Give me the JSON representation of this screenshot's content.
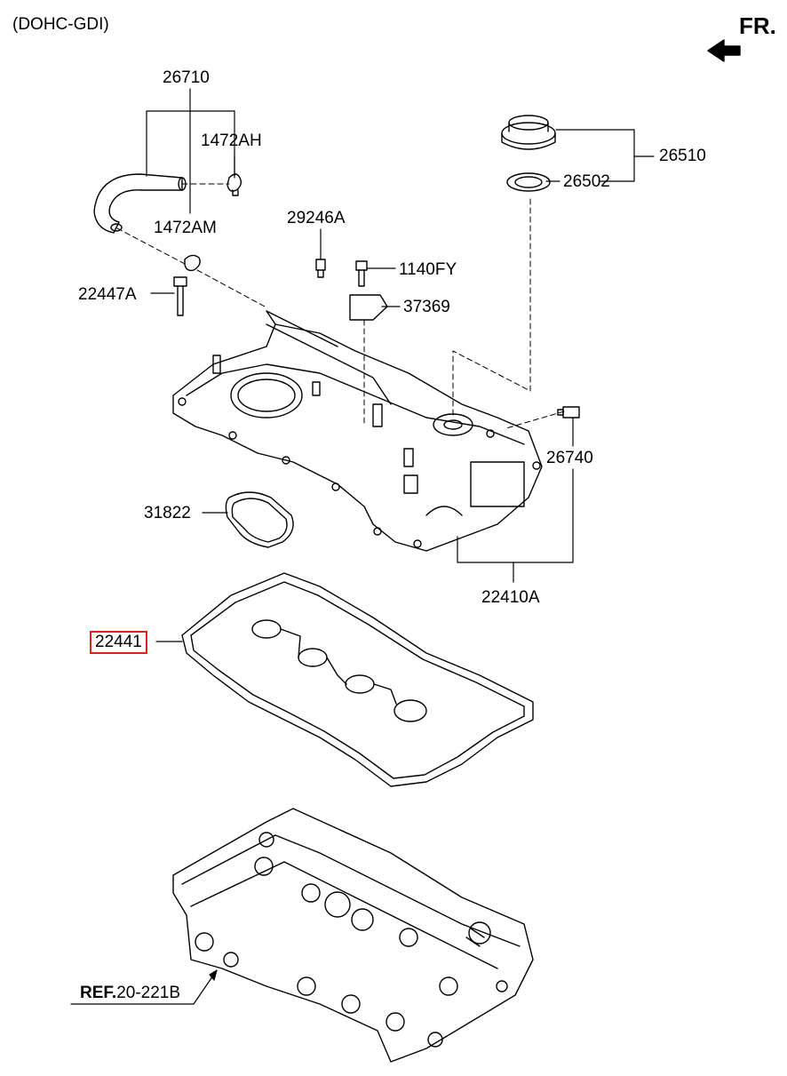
{
  "header": {
    "engine_variant": "(DOHC-GDI)",
    "direction_label": "FR."
  },
  "parts": {
    "breather_hose": "26710",
    "clamp_upper": "1472AH",
    "clamp_lower": "1472AM",
    "bolt_stud": "22447A",
    "pcv_valve": "29246A",
    "bolt": "1140FY",
    "bracket": "37369",
    "oil_filler_cap_assy": "26510",
    "cap_gasket": "26502",
    "sensor": "26740",
    "gasket_small": "31822",
    "cover_assy": "22410A",
    "cover_gasket": "22441"
  },
  "reference": {
    "prefix": "REF.",
    "code": "20-221B"
  },
  "highlight_color": "#e0201b"
}
